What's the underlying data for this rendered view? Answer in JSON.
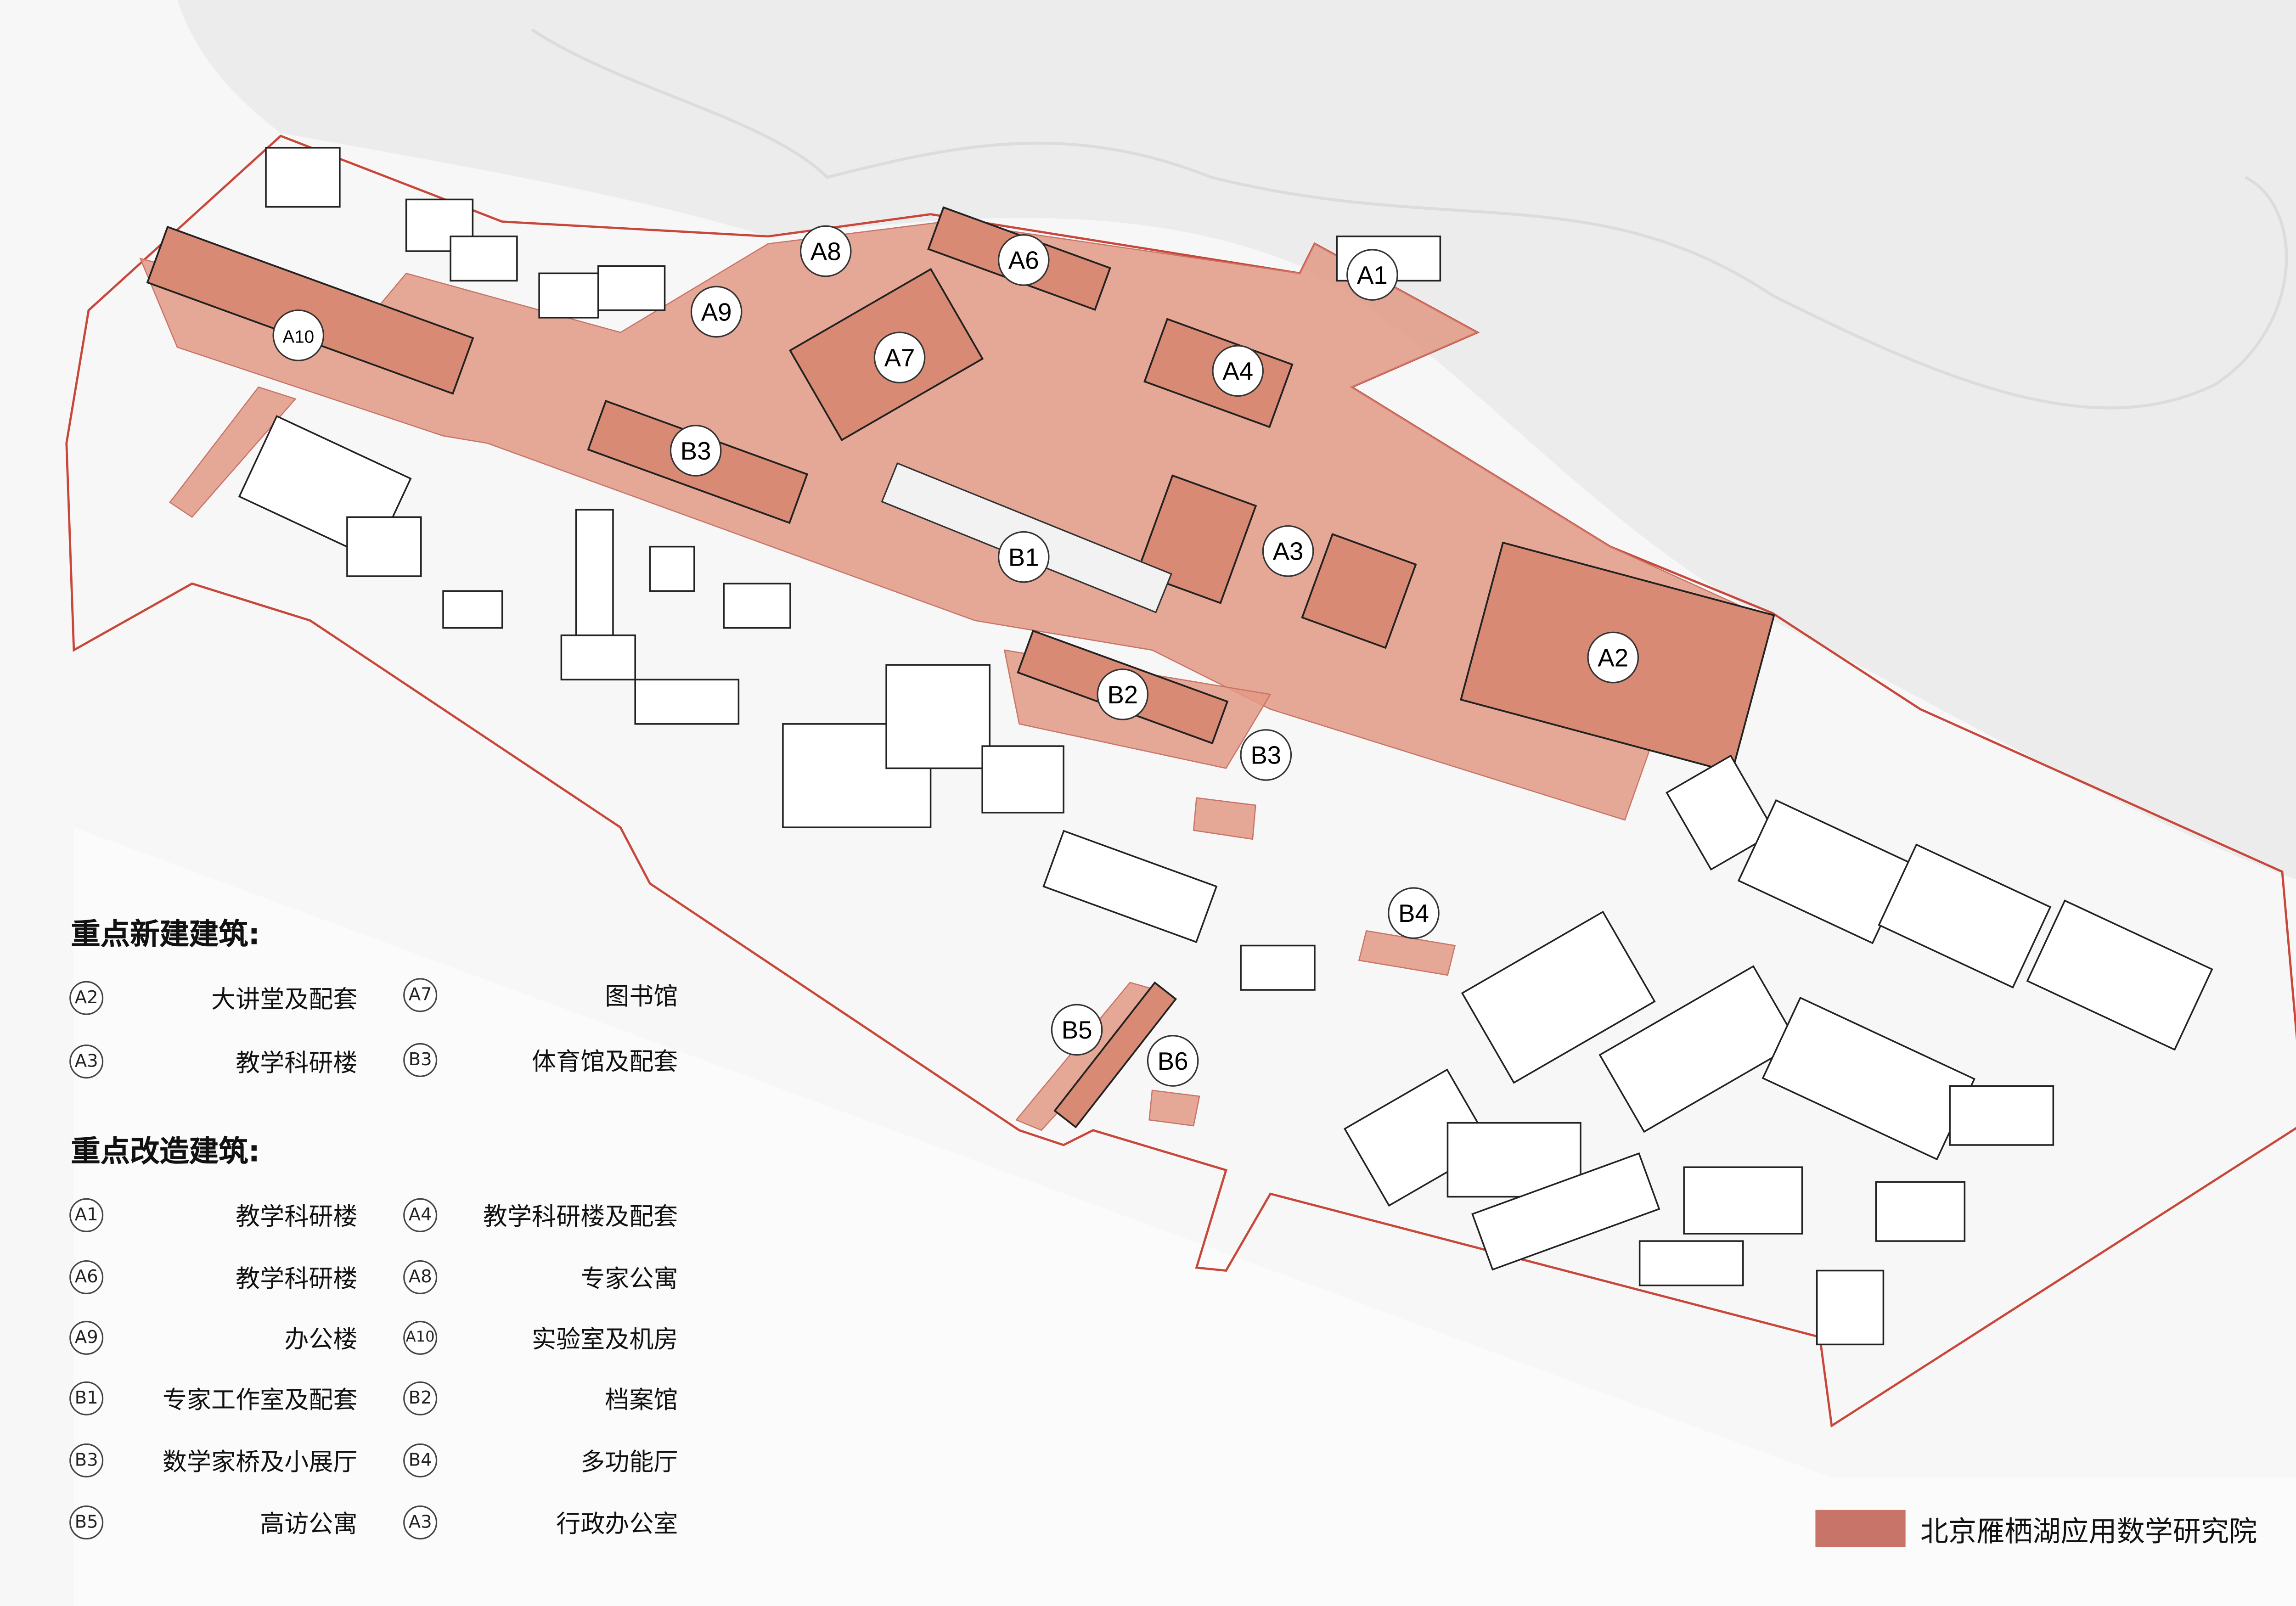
{
  "map": {
    "labels": [
      "A10",
      "A8",
      "A9",
      "A6",
      "A7",
      "A1",
      "A4",
      "B3",
      "B1",
      "A3",
      "A2",
      "B2",
      "B3",
      "B4",
      "B5",
      "B6"
    ]
  },
  "legend": {
    "new_heading": "重点新建建筑:",
    "new_items": [
      {
        "code": "A2",
        "name": "大讲堂及配套"
      },
      {
        "code": "A7",
        "name": "图书馆"
      },
      {
        "code": "A3",
        "name": "教学科研楼"
      },
      {
        "code": "B3",
        "name": "体育馆及配套"
      }
    ],
    "renovated_heading": "重点改造建筑:",
    "renovated_items": [
      {
        "code": "A1",
        "name": "教学科研楼"
      },
      {
        "code": "A4",
        "name": "教学科研楼及配套"
      },
      {
        "code": "A6",
        "name": "教学科研楼"
      },
      {
        "code": "A8",
        "name": "专家公寓"
      },
      {
        "code": "A9",
        "name": "办公楼"
      },
      {
        "code": "A10",
        "name": "实验室及机房"
      },
      {
        "code": "B1",
        "name": "专家工作室及配套"
      },
      {
        "code": "B2",
        "name": "档案馆"
      },
      {
        "code": "B3",
        "name": "数学家桥及小展厅"
      },
      {
        "code": "B4",
        "name": "多功能厅"
      },
      {
        "code": "B5",
        "name": "高访公寓"
      },
      {
        "code": "A3",
        "name": "行政办公室"
      }
    ]
  },
  "key": {
    "label": "北京雁栖湖应用数学研究院",
    "color": "#c87468"
  }
}
